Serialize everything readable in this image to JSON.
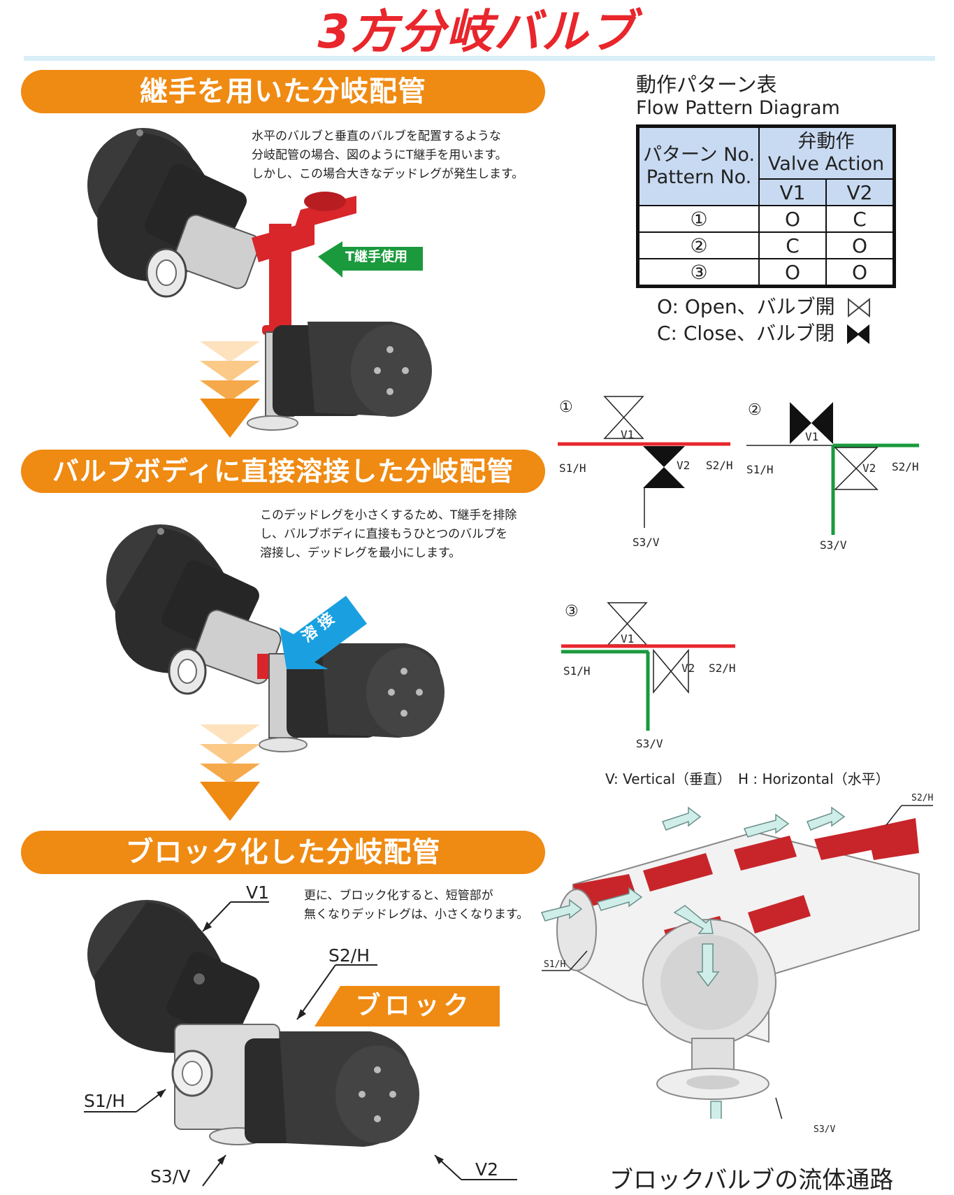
{
  "title": "3方分岐バルブ",
  "sections": [
    {
      "heading": "継手を用いた分岐配管",
      "description": [
        "水平のバルブと垂直のバルブを配置するような",
        "分岐配管の場合、図のようにT継手を用います。",
        "しかし、この場合大きなデッドレグが発生します。"
      ],
      "callout": "T継手使用"
    },
    {
      "heading": "バルブボディに直接溶接した分岐配管",
      "description": [
        "このデッドレグを小さくするため、T継手を排除",
        "し、バルブボディに直接もうひとつのバルブを",
        "溶接し、デッドレグを最小にします。"
      ],
      "callout": "溶 接"
    },
    {
      "heading": "ブロック化した分岐配管",
      "description": [
        "更に、ブロック化すると、短管部が",
        "無くなりデッドレグは、小さくなります。"
      ],
      "callout": "ブロック",
      "labels": {
        "v1": "V1",
        "s2h": "S2/H",
        "s1h": "S1/H",
        "s3v": "S3/V",
        "v2": "V2"
      }
    }
  ],
  "flow_table": {
    "title_jp": "動作パターン表",
    "title_en": "Flow Pattern Diagram",
    "col_pattern_jp": "パターン No.",
    "col_pattern_en": "Pattern No.",
    "col_action_jp": "弁動作",
    "col_action_en": "Valve Action",
    "col_v1": "V1",
    "col_v2": "V2",
    "rows": [
      {
        "no": "①",
        "v1": "O",
        "v2": "C"
      },
      {
        "no": "②",
        "v1": "C",
        "v2": "O"
      },
      {
        "no": "③",
        "v1": "O",
        "v2": "O"
      }
    ],
    "legend_open": "O: Open、バルブ開",
    "legend_close": "C: Close、バルブ閉"
  },
  "schematics": {
    "p1": "①",
    "p2": "②",
    "p3": "③",
    "v1": "V1",
    "v2": "V2",
    "s1": "S1/H",
    "s2": "S2/H",
    "s3": "S3/V"
  },
  "vh_note": "V: Vertical（垂直）　H : Horizontal（水平）",
  "block_labels": {
    "s2h": "S2/H",
    "s1h": "S1/H",
    "s3v": "S3/V"
  },
  "bottom_caption": "ブロックバルブの流体通路",
  "colors": {
    "red": "#e8262c",
    "orange": "#ef8a12",
    "green": "#1a9a3c",
    "blue": "#1aa0e0",
    "table_head": "#c8daf2"
  }
}
